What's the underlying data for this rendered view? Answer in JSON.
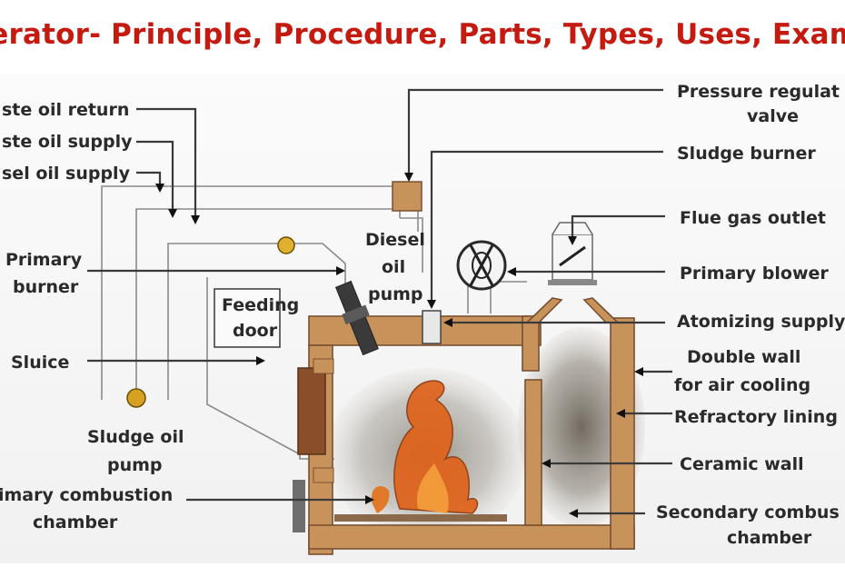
{
  "title": "nerator- Principle, Procedure, Parts, Types, Uses, Examp",
  "labels": {
    "waste_oil_return": "ste oil return",
    "waste_oil_supply": "ste oil supply",
    "diesel_oil_supply": "sel oil supply",
    "primary_burner_1": "Primary",
    "primary_burner_2": "burner",
    "feeding_door_1": "Feeding",
    "feeding_door_2": "door",
    "sluice": "Sluice",
    "sludge_oil_pump_1": "Sludge oil",
    "sludge_oil_pump_2": "pump",
    "primary_combustion_1": "imary combustion",
    "primary_combustion_2": "chamber",
    "diesel_oil_pump_1": "Diesel",
    "diesel_oil_pump_2": "oil",
    "diesel_oil_pump_3": "pump",
    "pressure_valve_1": "Pressure regulat",
    "pressure_valve_2": "valve",
    "sludge_burner": "Sludge burner",
    "flue_gas_outlet": "Flue gas outlet",
    "primary_blower": "Primary blower",
    "atomizing_supply": "Atomizing supply",
    "double_wall_1": "Double wall",
    "double_wall_2": "for air cooling",
    "refractory_lining": "Refractory lining",
    "ceramic_wall": "Ceramic wall",
    "secondary_combustion_1": "Secondary combus",
    "secondary_combustion_2": "chamber"
  },
  "colors": {
    "title": "#c41a10",
    "wall": "#c8935a",
    "wall_stroke": "#7a5030",
    "flame": "#e0621a",
    "smoke": "#6b6356",
    "line": "#3a3a3a"
  }
}
